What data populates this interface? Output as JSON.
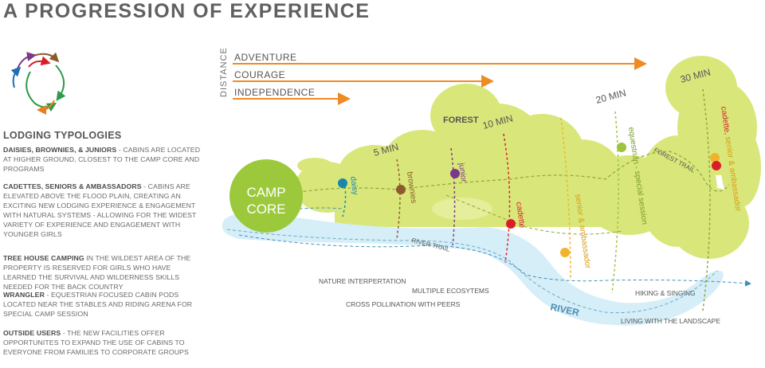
{
  "title": "A PROGRESSION OF EXPERIENCE",
  "lodging": {
    "heading": "LODGING TYPOLOGIES",
    "items": [
      {
        "lead": "DAISIES, BROWNIES, & JUNIORS",
        "text": " - CABINS ARE LOCATED AT HIGHER GROUND, CLOSEST TO THE CAMP CORE AND PROGRAMS"
      },
      {
        "lead": "CADETTES, SENIORS & AMBASSADORS",
        "text": " - CABINS ARE ELEVATED ABOVE THE FLOOD PLAIN, CREATING AN EXCITING NEW LODGING EXPERIENCE & ENGAGEMENT WITH NATURAL SYSTEMS - ALLOWING FOR THE WIDEST VARIETY OF EXPERIENCE AND ENGAGEMENT WITH YOUNGER GIRLS"
      },
      {
        "lead": "TREE HOUSE CAMPING",
        "text": " IN THE WILDEST AREA OF THE PROPERTY IS RESERVED FOR GIRLS WHO HAVE LEARNED THE SURVIVAL AND WILDERNESS SKILLS NEEDED FOR THE BACK COUNTRY"
      },
      {
        "lead": "WRANGLER",
        "text": " - EQUESTRIAN FOCUSED CABIN PODS LOCATED NEAR THE STABLES AND RIDING ARENA FOR SPECIAL CAMP SESSION"
      },
      {
        "lead": "OUTSIDE USERS",
        "text": " - THE NEW FACILITIES OFFER OPPORTUNITES TO EXPAND THE USE OF CABINS TO EVERYONE FROM FAMILIES TO CORPORATE GROUPS"
      }
    ]
  },
  "diagram": {
    "distance_label": "DISTANCE",
    "arrows": [
      "ADVENTURE",
      "COURAGE",
      "INDEPENDENCE"
    ],
    "camp_core": [
      "CAMP",
      "CORE"
    ],
    "forest": "FOREST",
    "forest_trail": "FOREST TRAIL",
    "river": "RIVER",
    "river_trail": "RIVER TRAIL",
    "times": [
      "5 MIN",
      "10 MIN",
      "20 MIN",
      "30 MIN"
    ],
    "groups": {
      "daisy": "daisy",
      "brownies": "brownies",
      "junior": "junior",
      "cadette": "cadette",
      "senior_ambassador": "senior & ambassador",
      "equestrian": "equestrian - special session",
      "cadette_senior_ambassador": [
        "cadette, ",
        "senior & ambassador"
      ]
    },
    "activities": [
      "NATURE INTERPERTATION",
      "MULTIPLE ECOSYTEMS",
      "CROSS POLLINATION WITH PEERS",
      "HIKING & SINGING",
      "LIVING WITH THE LANDSCAPE"
    ],
    "colors": {
      "forest": "#d9e77a",
      "camp_core": "#9cc93b",
      "river": "#d5eef7",
      "river_stroke": "#6aa9c9",
      "arrow": "#ee8b22",
      "daisy": "#1a86a8",
      "brownies": "#8c5a2e",
      "junior": "#7a3a8a",
      "cadette": "#d91e2a",
      "senior": "#f1b32b",
      "equestrian": "#9ac53d"
    }
  }
}
